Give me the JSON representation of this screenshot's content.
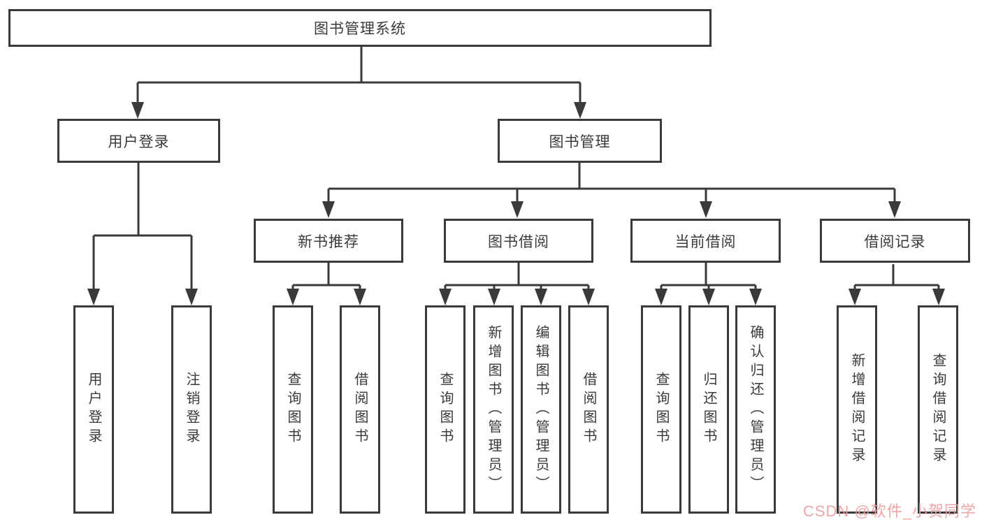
{
  "tree": {
    "root": "图书管理系统",
    "branches": [
      {
        "label": "用户登录",
        "leaves": [
          "用户登录",
          "注销登录"
        ]
      },
      {
        "label": "图书管理",
        "sections": [
          {
            "label": "新书推荐",
            "leaves": [
              "查询图书",
              "借阅图书"
            ]
          },
          {
            "label": "图书借阅",
            "leaves": [
              "查询图书",
              "新增图书（管理员）",
              "编辑图书（管理员）",
              "借阅图书"
            ]
          },
          {
            "label": "当前借阅",
            "leaves": [
              "查询图书",
              "归还图书",
              "确认归还（管理员）"
            ]
          },
          {
            "label": "借阅记录",
            "leaves": [
              "新增借阅记录",
              "查询借阅记录"
            ]
          }
        ]
      }
    ]
  },
  "watermark": {
    "text": "CSDN @软件_小贺同学"
  },
  "colors": {
    "line": "#3a3a3a",
    "box_bg": "#ffffff",
    "text": "#3a3a3e",
    "watermark": "#ec9f9f"
  }
}
